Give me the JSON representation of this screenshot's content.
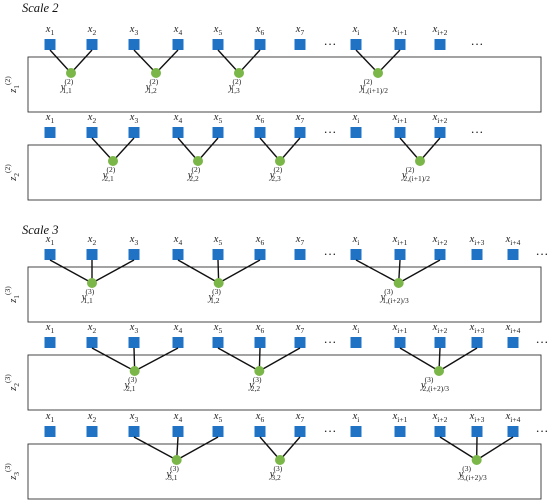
{
  "figure": {
    "sections": [
      {
        "title": "Scale 2",
        "panels": [
          {
            "z": "z",
            "z_sub": "1",
            "z_sup": "(2)",
            "inputs": [
              {
                "base": "x",
                "sub": "1"
              },
              {
                "base": "x",
                "sub": "2"
              },
              {
                "base": "x",
                "sub": "3"
              },
              {
                "base": "x",
                "sub": "4"
              },
              {
                "base": "x",
                "sub": "5"
              },
              {
                "base": "x",
                "sub": "6"
              },
              {
                "base": "x",
                "sub": "7"
              },
              {
                "ellipsis": "···"
              },
              {
                "base": "x",
                "sub": "i"
              },
              {
                "base": "x",
                "sub": "i+1"
              },
              {
                "base": "x",
                "sub": "i+2"
              },
              {
                "ellipsis": "···"
              }
            ],
            "outputs": [
              {
                "base": "y",
                "sub": "1,1",
                "sup": "(2)",
                "from": [
                  0,
                  1
                ]
              },
              {
                "base": "y",
                "sub": "1,2",
                "sup": "(2)",
                "from": [
                  2,
                  3
                ]
              },
              {
                "base": "y",
                "sub": "1,3",
                "sup": "(2)",
                "from": [
                  4,
                  5
                ]
              },
              {
                "base": "y",
                "sub": "1,(i+1)/2",
                "sup": "(2)",
                "from": [
                  8,
                  9
                ]
              }
            ]
          },
          {
            "z": "z",
            "z_sub": "2",
            "z_sup": "(2)",
            "inputs": [
              {
                "base": "x",
                "sub": "1"
              },
              {
                "base": "x",
                "sub": "2"
              },
              {
                "base": "x",
                "sub": "3"
              },
              {
                "base": "x",
                "sub": "4"
              },
              {
                "base": "x",
                "sub": "5"
              },
              {
                "base": "x",
                "sub": "6"
              },
              {
                "base": "x",
                "sub": "7"
              },
              {
                "ellipsis": "···"
              },
              {
                "base": "x",
                "sub": "i"
              },
              {
                "base": "x",
                "sub": "i+1"
              },
              {
                "base": "x",
                "sub": "i+2"
              },
              {
                "ellipsis": "···"
              }
            ],
            "outputs": [
              {
                "base": "y",
                "sub": "2,1",
                "sup": "(2)",
                "from": [
                  1,
                  2
                ]
              },
              {
                "base": "y",
                "sub": "2,2",
                "sup": "(2)",
                "from": [
                  3,
                  4
                ]
              },
              {
                "base": "y",
                "sub": "2,3",
                "sup": "(2)",
                "from": [
                  5,
                  6
                ]
              },
              {
                "base": "y",
                "sub": "2,(i+1)/2",
                "sup": "(2)",
                "from": [
                  9,
                  10
                ]
              }
            ]
          }
        ]
      },
      {
        "title": "Scale 3",
        "panels": [
          {
            "z": "z",
            "z_sub": "1",
            "z_sup": "(3)",
            "inputs": [
              {
                "base": "x",
                "sub": "1"
              },
              {
                "base": "x",
                "sub": "2"
              },
              {
                "base": "x",
                "sub": "3"
              },
              {
                "base": "x",
                "sub": "4"
              },
              {
                "base": "x",
                "sub": "5"
              },
              {
                "base": "x",
                "sub": "6"
              },
              {
                "base": "x",
                "sub": "7"
              },
              {
                "ellipsis": "···"
              },
              {
                "base": "x",
                "sub": "i"
              },
              {
                "base": "x",
                "sub": "i+1"
              },
              {
                "base": "x",
                "sub": "i+2"
              },
              {
                "base": "x",
                "sub": "i+3"
              },
              {
                "base": "x",
                "sub": "i+4"
              },
              {
                "ellipsis": "···"
              }
            ],
            "outputs": [
              {
                "base": "y",
                "sub": "1,1",
                "sup": "(3)",
                "from": [
                  0,
                  1,
                  2
                ]
              },
              {
                "base": "y",
                "sub": "1,2",
                "sup": "(3)",
                "from": [
                  3,
                  4,
                  5
                ]
              },
              {
                "base": "y",
                "sub": "1,(i+2)/3",
                "sup": "(3)",
                "from": [
                  8,
                  9,
                  10
                ]
              }
            ]
          },
          {
            "z": "z",
            "z_sub": "2",
            "z_sup": "(3)",
            "inputs": [
              {
                "base": "x",
                "sub": "1"
              },
              {
                "base": "x",
                "sub": "2"
              },
              {
                "base": "x",
                "sub": "3"
              },
              {
                "base": "x",
                "sub": "4"
              },
              {
                "base": "x",
                "sub": "5"
              },
              {
                "base": "x",
                "sub": "6"
              },
              {
                "base": "x",
                "sub": "7"
              },
              {
                "ellipsis": "···"
              },
              {
                "base": "x",
                "sub": "i"
              },
              {
                "base": "x",
                "sub": "i+1"
              },
              {
                "base": "x",
                "sub": "i+2"
              },
              {
                "base": "x",
                "sub": "i+3"
              },
              {
                "base": "x",
                "sub": "i+4"
              },
              {
                "ellipsis": "···"
              }
            ],
            "outputs": [
              {
                "base": "y",
                "sub": "2,1",
                "sup": "(3)",
                "from": [
                  1,
                  2,
                  3
                ]
              },
              {
                "base": "y",
                "sub": "2,2",
                "sup": "(3)",
                "from": [
                  4,
                  5,
                  6
                ]
              },
              {
                "base": "y",
                "sub": "2,(i+2)/3",
                "sup": "(3)",
                "from": [
                  9,
                  10,
                  11
                ]
              }
            ]
          },
          {
            "z": "z",
            "z_sub": "3",
            "z_sup": "(3)",
            "inputs": [
              {
                "base": "x",
                "sub": "1"
              },
              {
                "base": "x",
                "sub": "2"
              },
              {
                "base": "x",
                "sub": "3"
              },
              {
                "base": "x",
                "sub": "4"
              },
              {
                "base": "x",
                "sub": "5"
              },
              {
                "base": "x",
                "sub": "6"
              },
              {
                "base": "x",
                "sub": "7"
              },
              {
                "ellipsis": "···"
              },
              {
                "base": "x",
                "sub": "i"
              },
              {
                "base": "x",
                "sub": "i+1"
              },
              {
                "base": "x",
                "sub": "i+2"
              },
              {
                "base": "x",
                "sub": "i+3"
              },
              {
                "base": "x",
                "sub": "i+4"
              },
              {
                "ellipsis": "···"
              }
            ],
            "outputs": [
              {
                "base": "y",
                "sub": "3,1",
                "sup": "(3)",
                "from": [
                  2,
                  3,
                  4
                ]
              },
              {
                "base": "y",
                "sub": "3,2",
                "sup": "(3)",
                "from": [
                  5,
                  6,
                  7
                ]
              },
              {
                "base": "y",
                "sub": "3,(i+2)/3",
                "sup": "(3)",
                "from": [
                  10,
                  11,
                  12
                ]
              }
            ]
          }
        ]
      }
    ],
    "colors": {
      "input_node": "#1f72c4",
      "output_node": "#7ab648",
      "edge": "#111111",
      "panel_border": "#333333"
    }
  }
}
